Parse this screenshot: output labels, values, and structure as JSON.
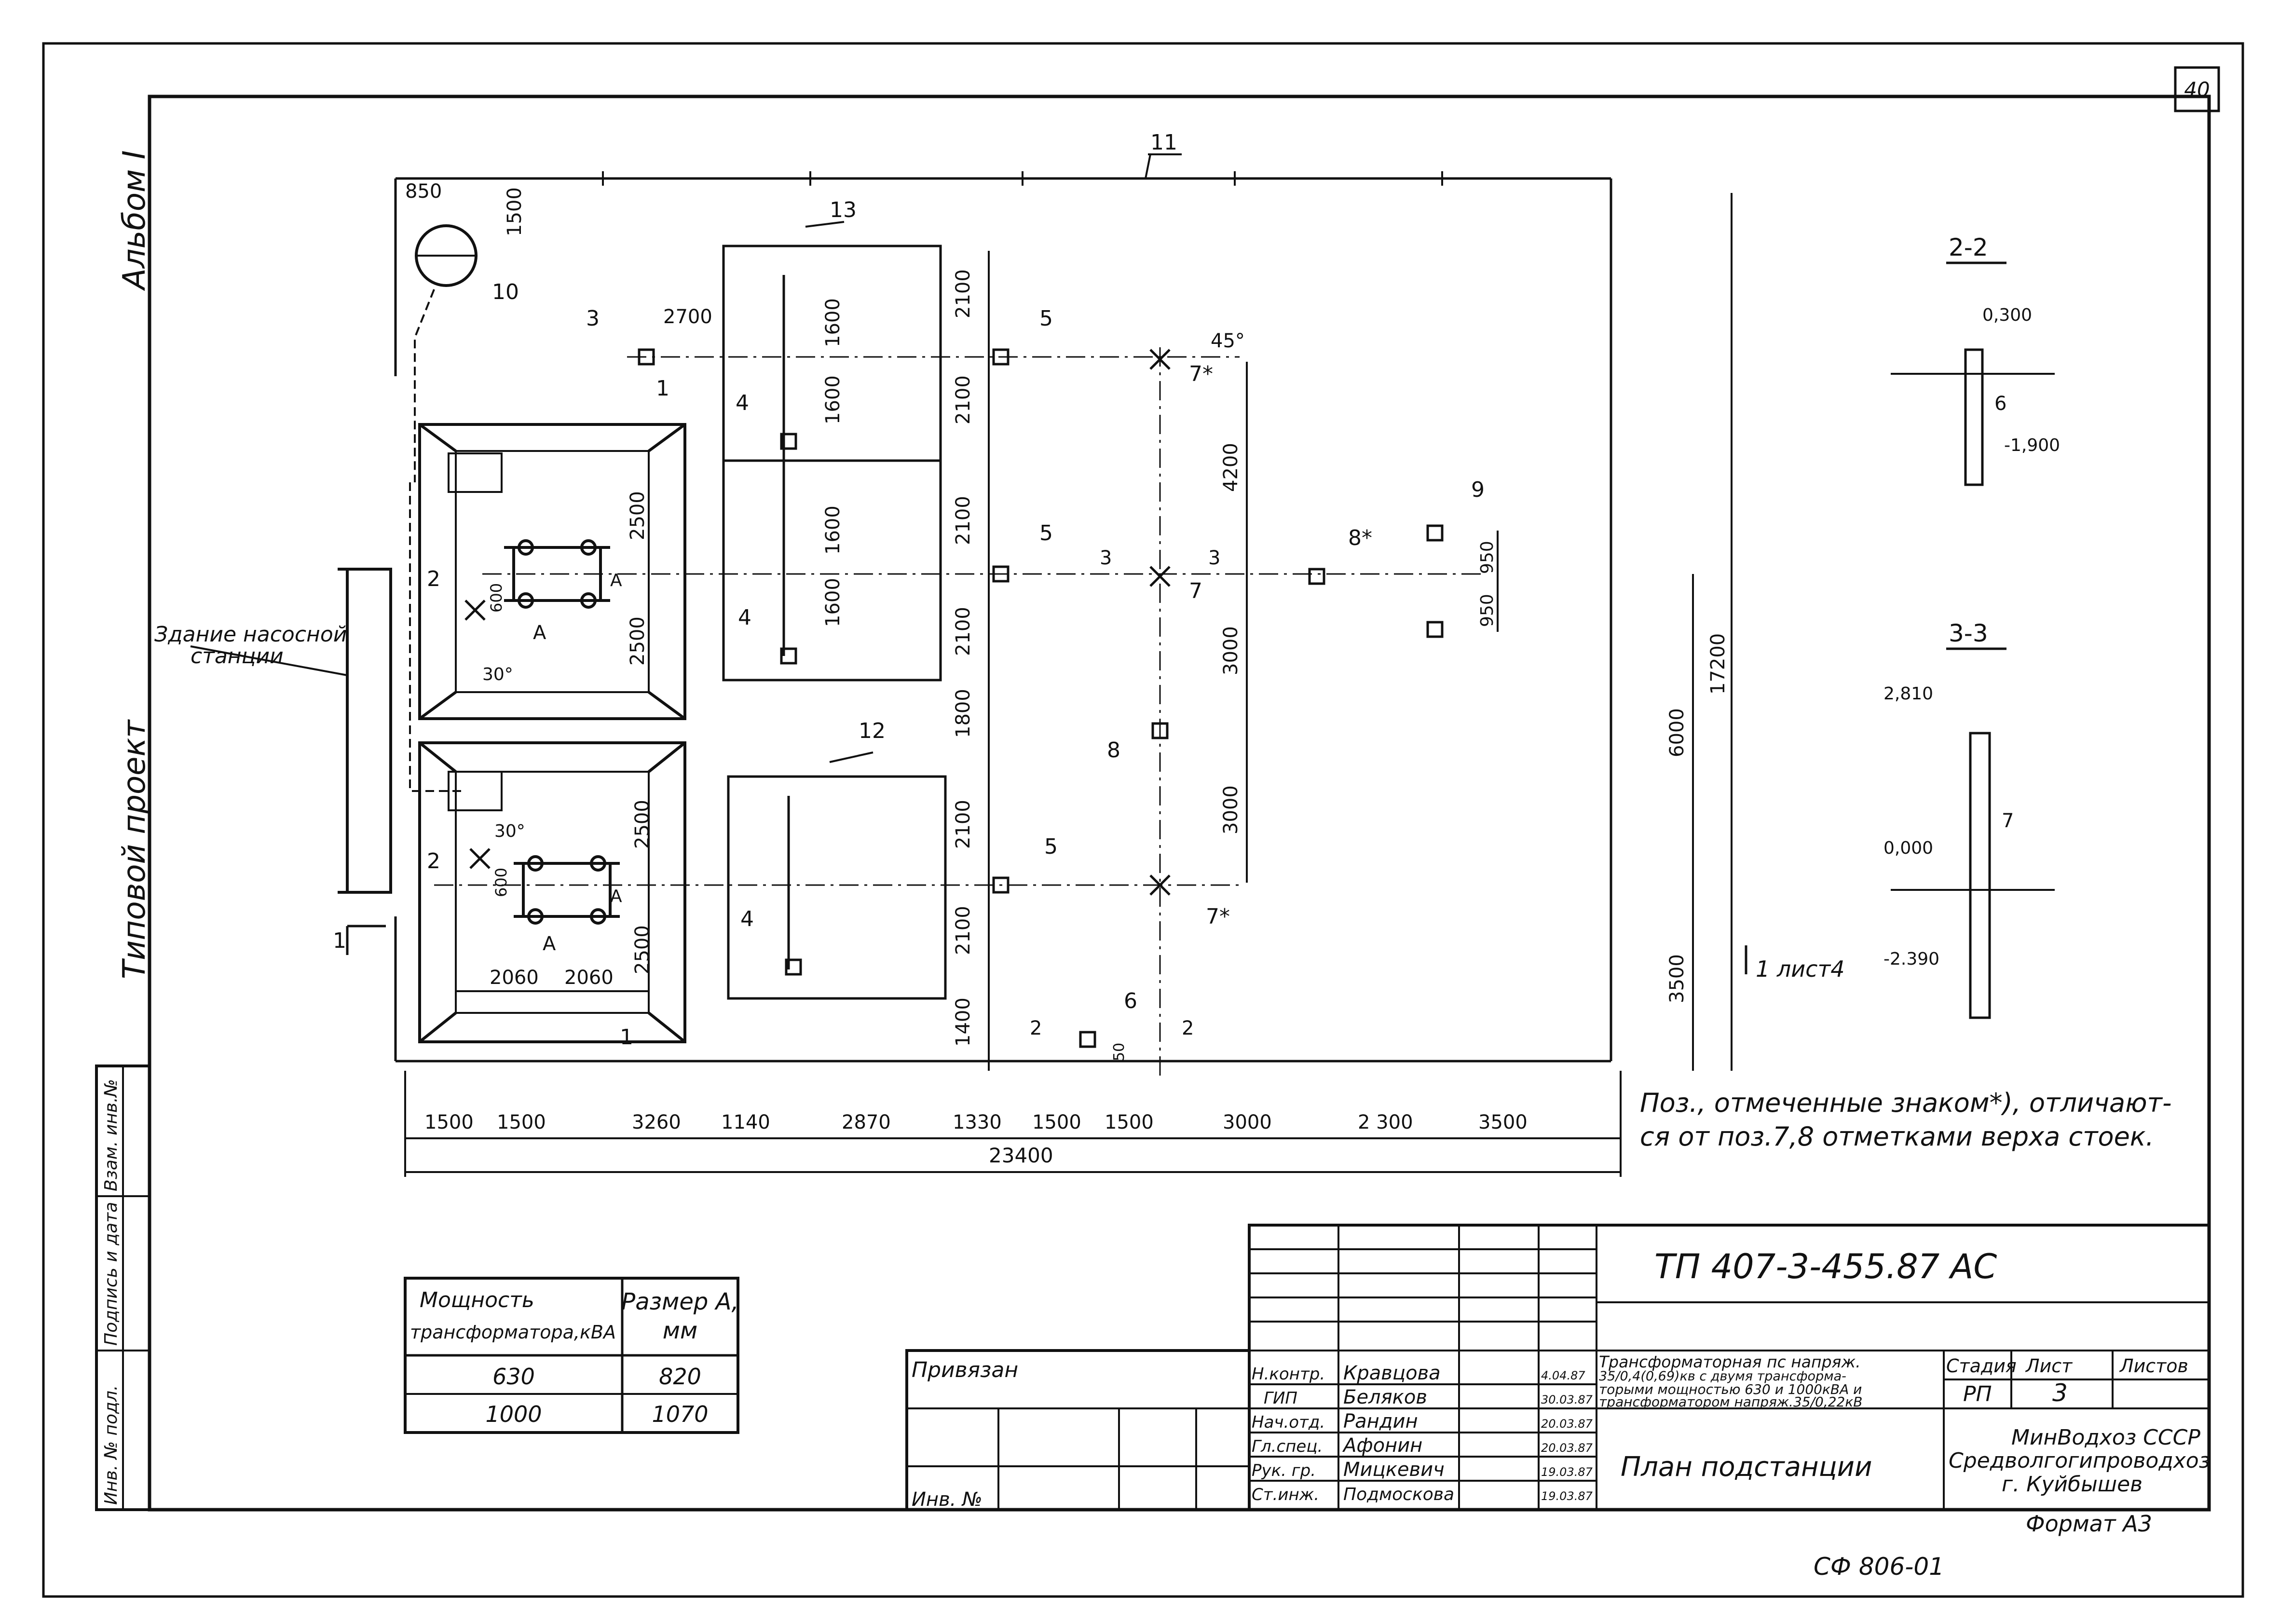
{
  "sheet": {
    "page_number": "40",
    "footer_code": "СФ 806-01"
  },
  "side_labels": {
    "album": "Альбом I",
    "project": "Типовой проект"
  },
  "left_stamp": [
    "Инв. № подл.",
    "Подпись и дата",
    "Взам. инв.№"
  ],
  "sections": {
    "s22": {
      "title": "2-2",
      "top_mark": "0,300",
      "bottom_mark": "-1,900",
      "pos": "6"
    },
    "s33": {
      "title": "3-3",
      "top_mark": "2,810",
      "ground_mark": "0,000",
      "bottom_mark": "-2.390",
      "pos": "7"
    }
  },
  "plan": {
    "pump_building": [
      "Здание насосной",
      "станции"
    ],
    "section_ref": "1 лист4",
    "section_cut_1": "1",
    "cut_2": "2",
    "cut_3": "3",
    "pos_labels": {
      "p1": "1",
      "p2": "2",
      "p3": "3",
      "p4": "4",
      "p5": "5",
      "p6": "6",
      "p7": "7",
      "p7s": "7*",
      "p8": "8",
      "p8s": "8*",
      "p9": "9",
      "p10": "10",
      "p11": "11",
      "p12": "12",
      "p13": "13"
    },
    "dims": {
      "d850": "850",
      "d1500": "1500",
      "d2700": "2700",
      "d1600": "1600",
      "d2100": "2100",
      "d1800": "1800",
      "d1400": "1400",
      "d2500": "2500",
      "d600": "600",
      "dA": "A",
      "d2060": "2060",
      "d4200": "4200",
      "d3000": "3000",
      "d950": "950",
      "d6000": "6000",
      "d17200": "17200",
      "d3500": "3500",
      "d45": "45°",
      "d30": "30°",
      "d50": "50"
    },
    "bottom_dims": [
      "1500",
      "1500",
      "3260",
      "1140",
      "2870",
      "1330",
      "1500",
      "1500",
      "3000",
      "2 300",
      "3500"
    ],
    "total_dim": "23400"
  },
  "note": [
    "Поз., отмеченные знаком*), отличают-",
    "ся от поз.7,8 отметками верха стоек."
  ],
  "size_table": {
    "headers": [
      [
        "Мощность",
        "трансформатора,кВА"
      ],
      [
        "Размер А,",
        "мм"
      ]
    ],
    "rows": [
      [
        "630",
        "820"
      ],
      [
        "1000",
        "1070"
      ]
    ]
  },
  "title_block": {
    "code": "ТП   407-3-455.87    АС",
    "privyazan": "Привязан",
    "inv": "Инв. №",
    "staff": [
      {
        "role": "Н.контр.",
        "name": "Кравцова",
        "date": "4.04.87"
      },
      {
        "role": "ГИП",
        "name": "Беляков",
        "date": "30.03.87"
      },
      {
        "role": "Нач.отд.",
        "name": "Рандин",
        "date": "20.03.87"
      },
      {
        "role": "Гл.спец.",
        "name": "Афонин",
        "date": "20.03.87"
      },
      {
        "role": "Рук. гр.",
        "name": "Мицкевич",
        "date": "19.03.87"
      },
      {
        "role": "Ст.инж.",
        "name": "Подмоскова",
        "date": "19.03.87"
      }
    ],
    "description": [
      "Трансформаторная пс напряж.",
      "35/0,4(0,69)кв с двумя трансформа-",
      "торыми мощностью 630 и 1000кВА и",
      "трансформатором напряж.35/0,22кВ"
    ],
    "stage_header": "Стадия",
    "sheet_header": "Лист",
    "sheets_header": "Листов",
    "stage": "РП",
    "sheet_no": "3",
    "drawing_name": "План подстанции",
    "org": [
      "МинВодхоз СССР",
      "Средволгогипроводхоз",
      "г. Куйбышев"
    ],
    "format": "Формат А3"
  }
}
